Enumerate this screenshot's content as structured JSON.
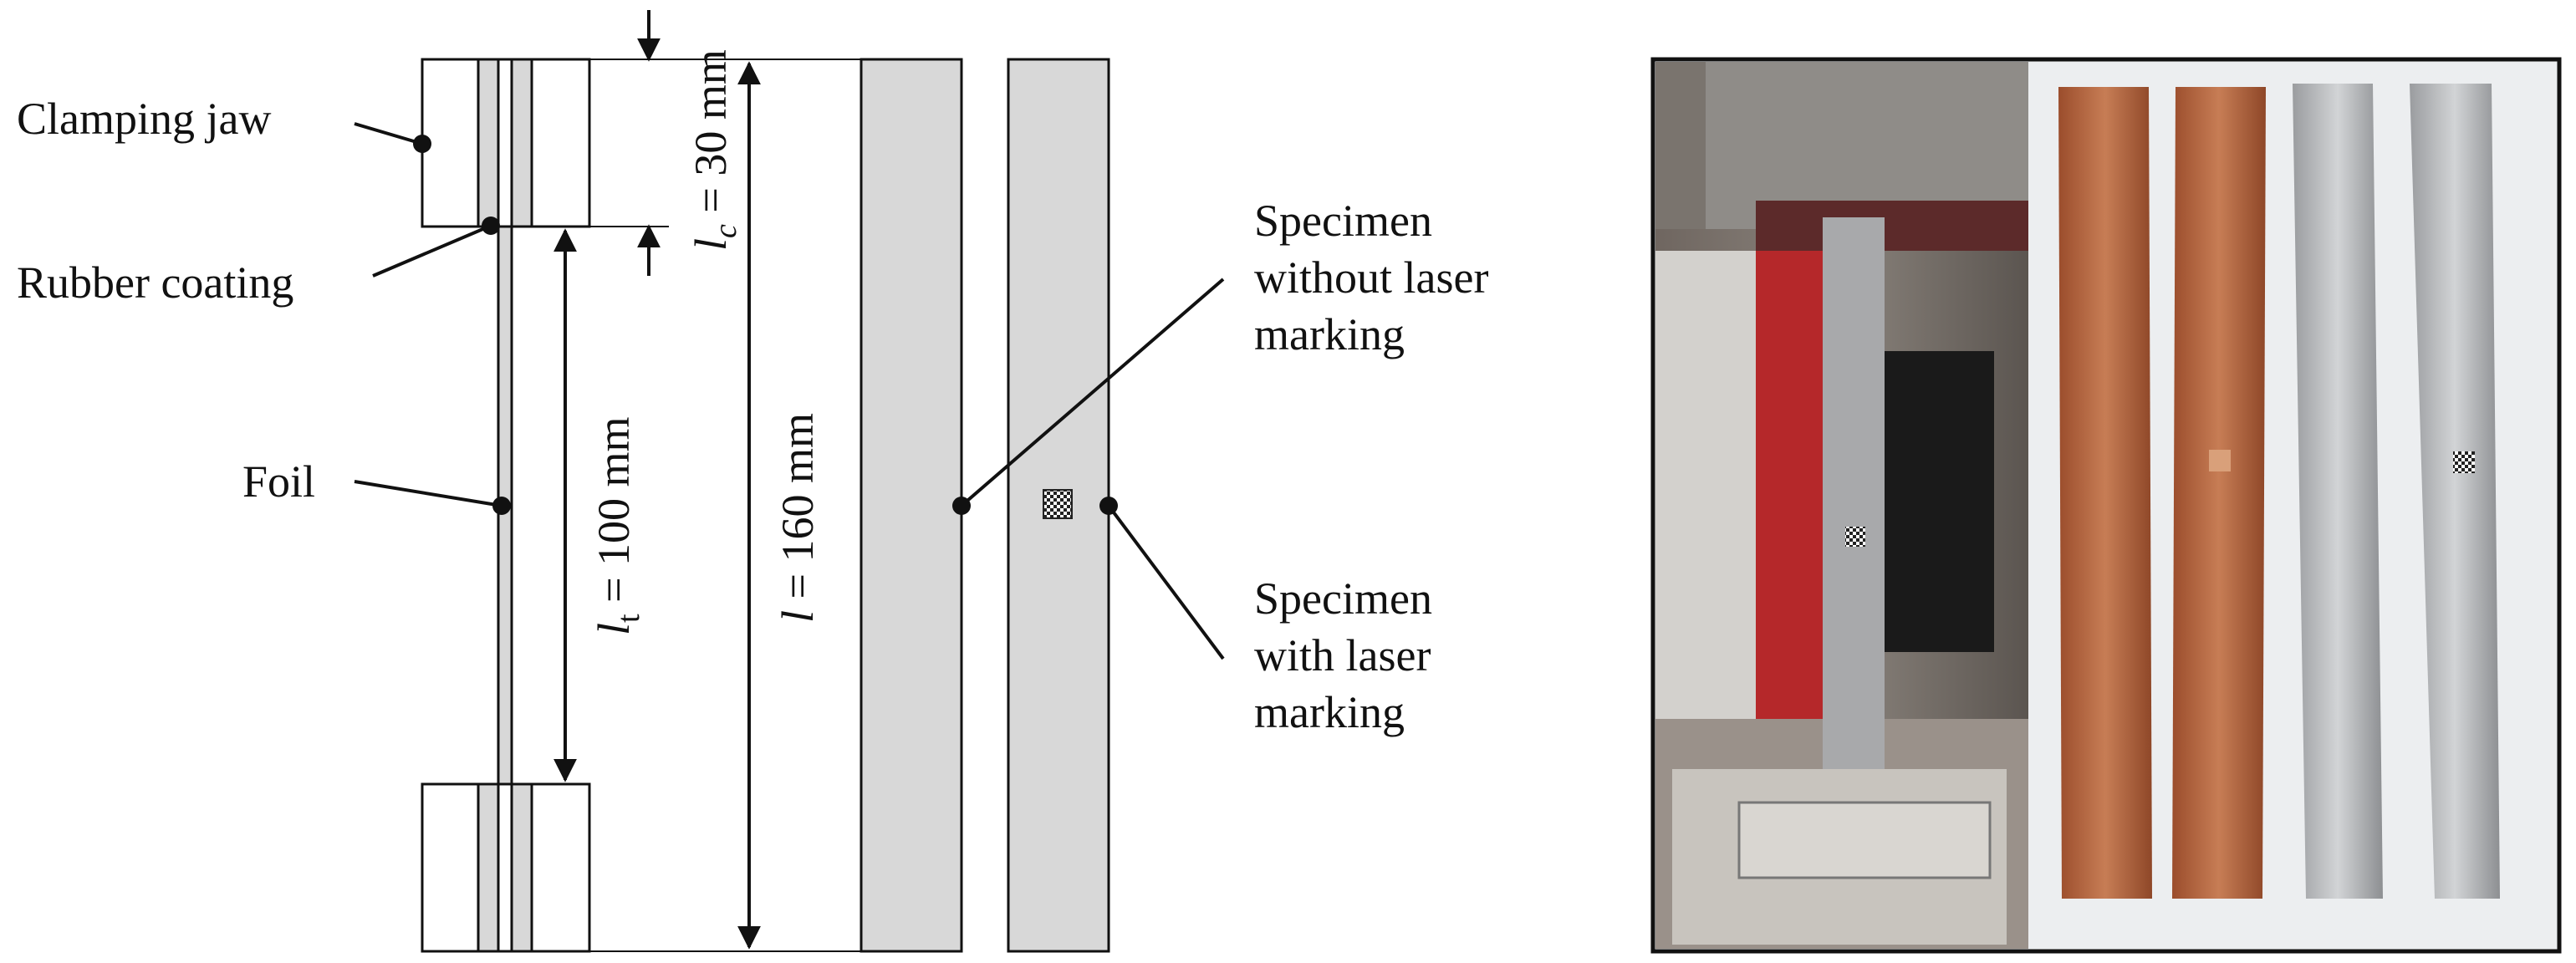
{
  "labels": {
    "clamping_jaw": "Clamping jaw",
    "rubber_coating": "Rubber coating",
    "foil": "Foil",
    "spec_without_1": "Specimen",
    "spec_without_2": "without laser",
    "spec_without_3": "marking",
    "spec_with_1": "Specimen",
    "spec_with_2": "with laser",
    "spec_with_3": "marking"
  },
  "dimensions": {
    "lc": {
      "symbol": "l",
      "subscript": "c",
      "value": " = 30 mm"
    },
    "lt": {
      "symbol": "l",
      "subscript": "t",
      "value": " = 100 mm"
    },
    "l": {
      "symbol": "l",
      "value": " = 160 mm"
    }
  },
  "photo": {
    "strips": [
      {
        "material": "copper",
        "marked": false
      },
      {
        "material": "copper",
        "marked": true
      },
      {
        "material": "aluminium",
        "marked": false
      },
      {
        "material": "aluminium",
        "marked": true
      }
    ]
  },
  "colors": {
    "line": "#111111",
    "specimen_fill": "#d8d8d8",
    "copper": "#b8653f",
    "aluminium": "#b9bbbd"
  }
}
